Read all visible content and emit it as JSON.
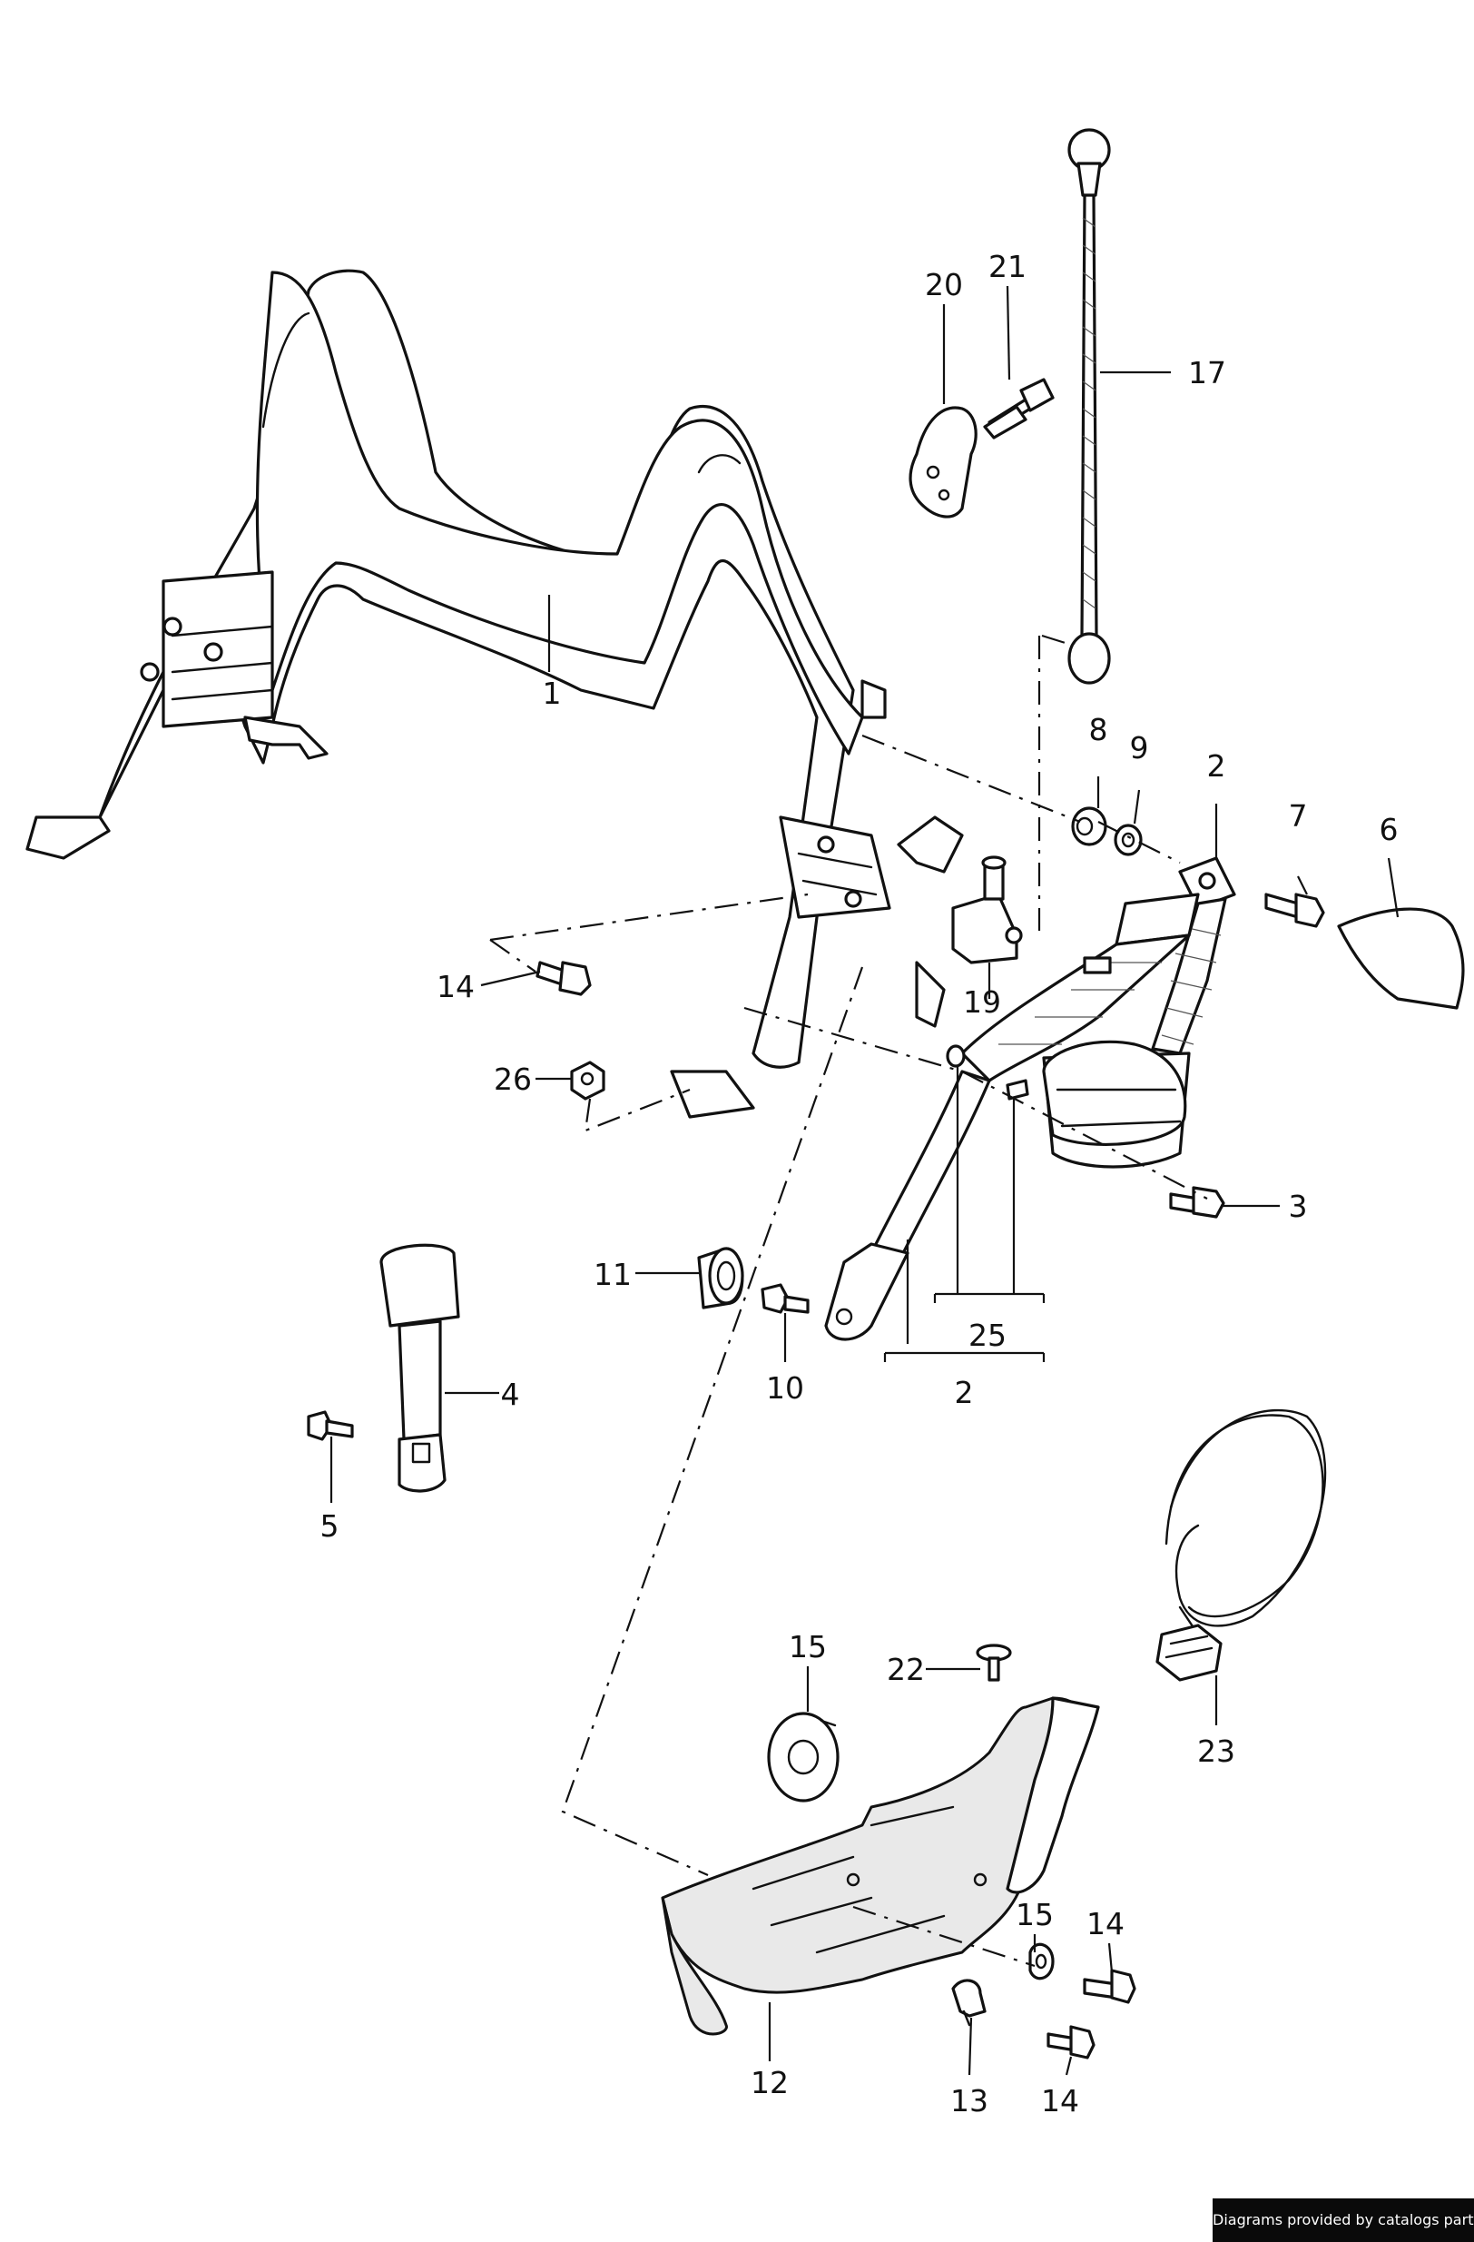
{
  "callouts": {
    "c1": "1",
    "c2a": "2",
    "c2b": "2",
    "c3": "3",
    "c4": "4",
    "c5": "5",
    "c6": "6",
    "c7": "7",
    "c8": "8",
    "c9": "9",
    "c10": "10",
    "c11": "11",
    "c12": "12",
    "c13": "13",
    "c14a": "14",
    "c14b": "14",
    "c14c": "14",
    "c15a": "15",
    "c15b": "15",
    "c17": "17",
    "c19": "19",
    "c20": "20",
    "c21": "21",
    "c22": "22",
    "c23": "23",
    "c25": "25",
    "c26": "26"
  },
  "credit": "Diagrams provided by catalogs parts"
}
